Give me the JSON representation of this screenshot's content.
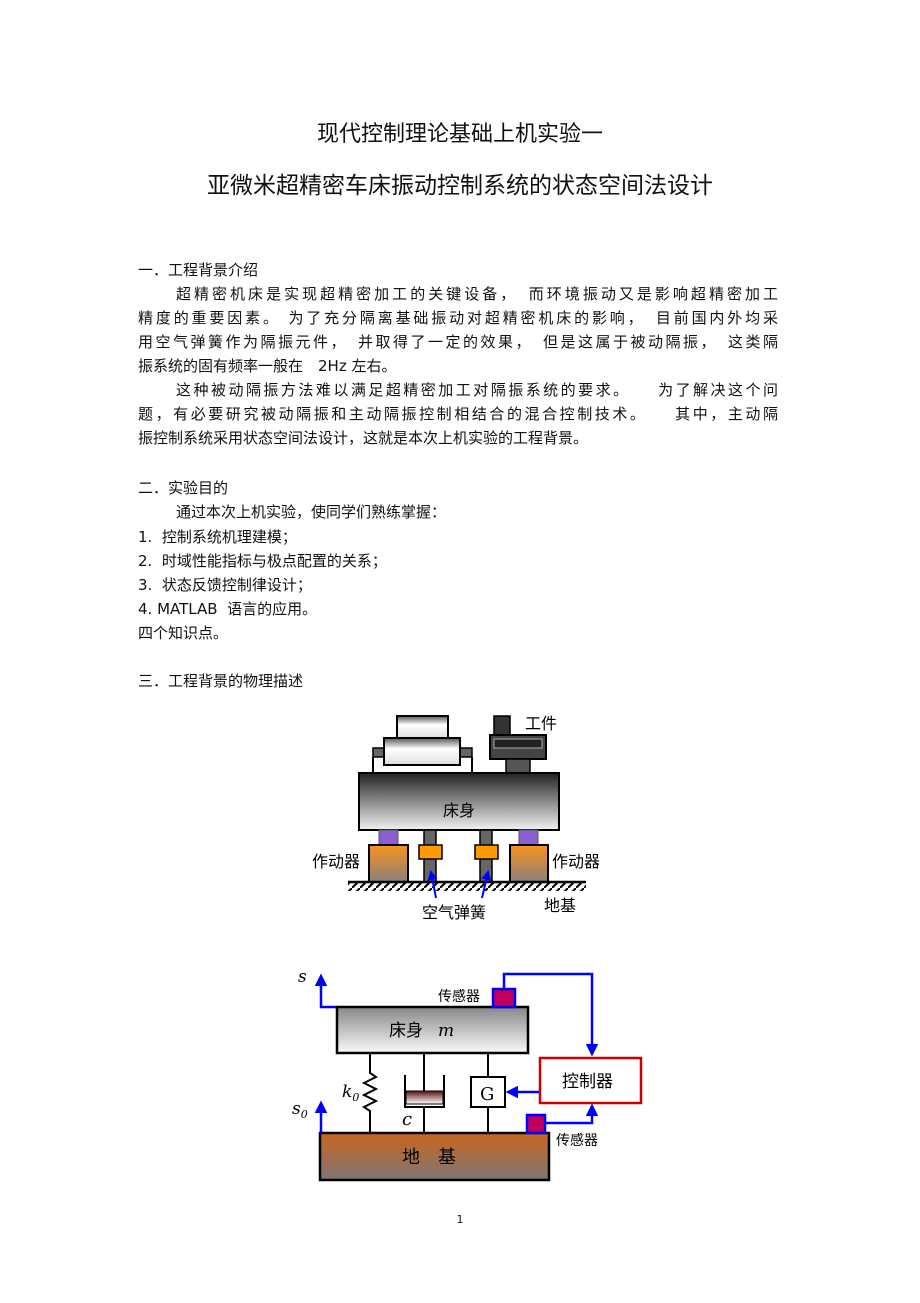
{
  "title": {
    "line1": "现代控制理论基础上机实验一",
    "line2": "亚微米超精密车床振动控制系统的状态空间法设计"
  },
  "section1": {
    "heading": "一．工程背景介绍",
    "lines": [
      "超精密机床是实现超精密加工的关键设备，　而环境振动又是影响超精密加工",
      "精度的重要因素。 为了充分隔离基础振动对超精密机床的影响，　目前国内外均采",
      "用空气弹簧作为隔振元件，　并取得了一定的效果，　但是这属于被动隔振，　这类隔",
      "振系统的固有频率一般在　2Hz 左右。",
      "这种被动隔振方法难以满足超精密加工对隔振系统的要求。　　为了解决这个问",
      "题，有必要研究被动隔振和主动隔振控制相结合的混合控制技术。　　其中，主动隔",
      "振控制系统采用状态空间法设计，这就是本次上机实验的工程背景。"
    ]
  },
  "section2": {
    "heading": "二．实验目的",
    "intro": "通过本次上机实验，使同学们熟练掌握：",
    "items": [
      "1.  控制系统机理建模；",
      "2.  时域性能指标与极点配置的关系；",
      "3.  状态反馈控制律设计；",
      "4. MATLAB  语言的应用。"
    ],
    "outro": "四个知识点。"
  },
  "section3": {
    "heading": "三．工程背景的物理描述"
  },
  "figure1": {
    "workpiece": "工件",
    "bed": "床身",
    "actuator_left": "作动器",
    "actuator_right": "作动器",
    "air_spring": "空气弹簧",
    "foundation": "地基"
  },
  "figure2": {
    "s": "s",
    "s0": "s",
    "s0_sub": "0",
    "bed": "床身",
    "mass": "m",
    "k": "k",
    "k_sub": "0",
    "c": "c",
    "g": "G",
    "controller": "控制器",
    "sensor_top": "传感器",
    "sensor_bottom": "传感器",
    "foundation": "地　基",
    "colors": {
      "signal": "#0000ff",
      "sensor": "#c0005a",
      "controller_border": "#cc0000"
    }
  },
  "page_number": "1"
}
